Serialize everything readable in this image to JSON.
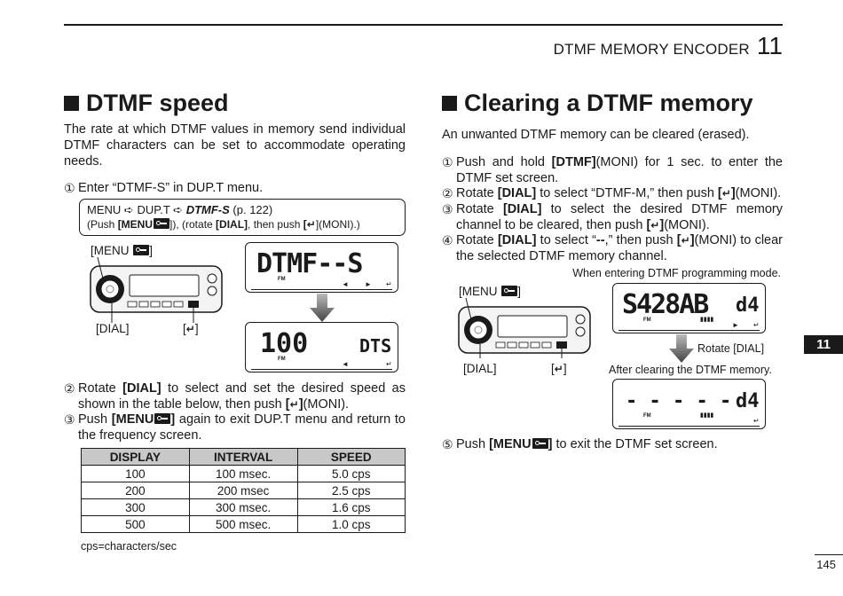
{
  "header": {
    "title": "DTMF MEMORY ENCODER",
    "chapter": "11"
  },
  "left": {
    "heading": "DTMF speed",
    "intro": "The rate at which DTMF values in memory send individual DTMF characters can be set to accommodate operating needs.",
    "step1": {
      "num": "①",
      "text": "Enter “DTMF-S” in DUP.T menu."
    },
    "menubox": {
      "line1_a": "MENU",
      "line1_arrow1": "➪",
      "line1_b": "DUP.T",
      "line1_arrow2": "➪",
      "line1_c": "DTMF-S",
      "line1_d": "(p. 122)",
      "line2_a": "(Push ",
      "line2_b": "[MENU",
      "line2_c": "]), (rotate ",
      "line2_d": "[DIAL]",
      "line2_e": ", then push ",
      "line2_f": "[",
      "line2_g": "](MONI).)"
    },
    "radio_labels": {
      "menu": "[MENU",
      "menu_close": "]",
      "dial": "[DIAL]",
      "enter_open": "[",
      "enter_close": "]"
    },
    "lcd1": {
      "main": "DTMF--S",
      "fm": "FM"
    },
    "lcd2": {
      "main": "100",
      "right": "DTS",
      "fm": "FM"
    },
    "step2": {
      "num": "②",
      "text_a": "Rotate ",
      "text_b": "[DIAL]",
      "text_c": " to select and set the desired speed as shown in the table below, then push ",
      "text_d": "[",
      "text_e": "]",
      "text_f": "(MONI)."
    },
    "step3": {
      "num": "③",
      "text_a": "Push ",
      "text_b": "[MENU",
      "text_c": "]",
      "text_d": " again to exit DUP.T menu and return to the frequency screen."
    },
    "table": {
      "headers": [
        "DISPLAY",
        "INTERVAL",
        "SPEED"
      ],
      "rows": [
        [
          "100",
          "100 msec.",
          "5.0 cps"
        ],
        [
          "200",
          "200 msec",
          "2.5 cps"
        ],
        [
          "300",
          "300 msec.",
          "1.6 cps"
        ],
        [
          "500",
          "500 msec.",
          "1.0 cps"
        ]
      ]
    },
    "footnote": "cps=characters/sec"
  },
  "right": {
    "heading": "Clearing a DTMF memory",
    "intro": "An unwanted DTMF memory can be cleared (erased).",
    "step1": {
      "num": "①",
      "text_a": "Push and hold ",
      "text_b": "[DTMF]",
      "text_c": "(MONI) for 1 sec. to enter the DTMF set screen."
    },
    "step2": {
      "num": "②",
      "text_a": "Rotate ",
      "text_b": "[DIAL]",
      "text_c": " to select “DTMF-M,” then push ",
      "text_d": "[",
      "text_e": "]",
      "text_f": "(MONI)."
    },
    "step3": {
      "num": "③",
      "text_a": "Rotate ",
      "text_b": "[DIAL]",
      "text_c": " to select the desired DTMF memory channel to be cleared, then push ",
      "text_d": "[",
      "text_e": "]",
      "text_f": "(MONI)."
    },
    "step4": {
      "num": "④",
      "text_a": "Rotate ",
      "text_b": "[DIAL]",
      "text_c": " to select “",
      "text_d": "--",
      "text_e": ",” then push ",
      "text_f": "[",
      "text_g": "]",
      "text_h": "(MONI) to clear the selected DTMF memory channel."
    },
    "caption_top": "When entering DTMF programming mode.",
    "caption_rotate": "Rotate [DIAL]",
    "caption_after": "After clearing the DTMF memory.",
    "radio_labels": {
      "menu": "[MENU",
      "menu_close": "]",
      "dial": "[DIAL]",
      "enter_open": "[",
      "enter_close": "]"
    },
    "lcd3": {
      "main": "S428AB",
      "right": "d4",
      "fm": "FM"
    },
    "lcd4": {
      "main": "- - - - -",
      "right": "d4",
      "fm": "FM"
    },
    "step5": {
      "num": "⑤",
      "text_a": "Push ",
      "text_b": "[MENU",
      "text_c": "]",
      "text_d": " to exit the DTMF set screen."
    }
  },
  "side_tab": "11",
  "page_number": "145",
  "icons": {
    "key": "key-icon",
    "enter": "enter-icon",
    "arrow": "down-arrow-icon"
  }
}
